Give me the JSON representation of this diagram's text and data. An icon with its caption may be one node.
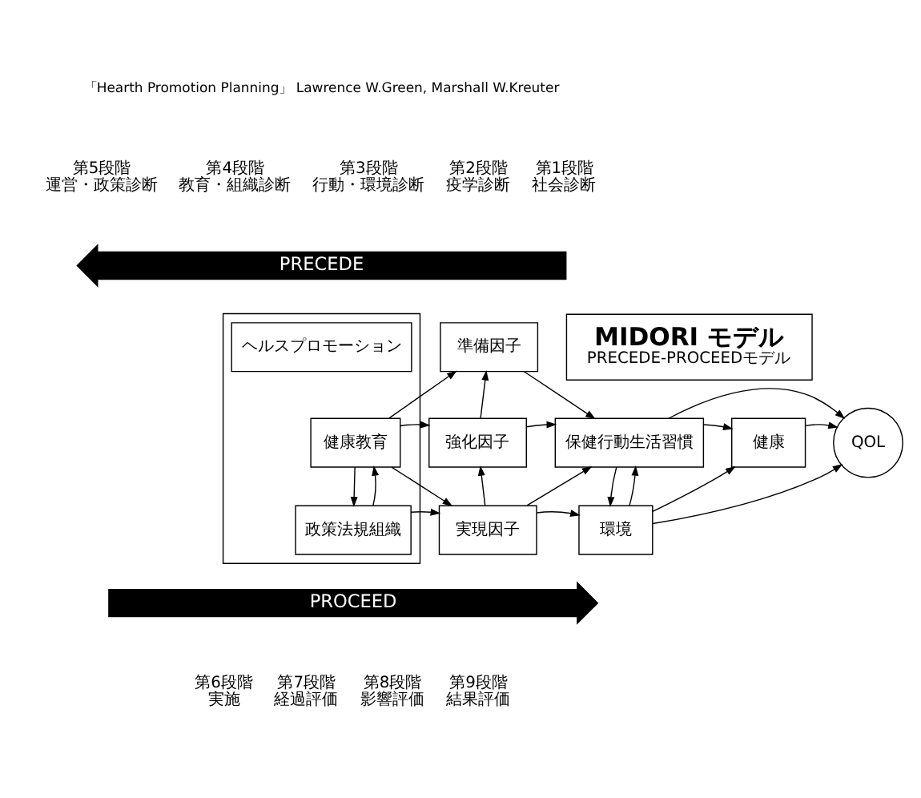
{
  "diagram": {
    "nodes": [
      {
        "text": [],
        "shape": "box"
      },
      {
        "text": [
          "ヘルスプロモーション"
        ],
        "in": 0
      },
      {
        "text": [
          "健康教育"
        ],
        "in": 0
      },
      {
        "text": [
          "政策法規組織"
        ],
        "in": 0
      },
      {
        "text": [
          "準備因子"
        ]
      },
      {
        "text": [
          "強化因子"
        ]
      },
      {
        "text": [
          "実現因子"
        ]
      },
      {
        "text": [
          "保健行動生活習慣"
        ]
      },
      {
        "text": [
          "環境"
        ]
      },
      {
        "text": [
          "健康"
        ]
      },
      {
        "text": [
          "QOL"
        ]
      },
      {
        "text": [
          "MIDORI モデル",
          "PRECEDE-PROCEEDモデル"
        ]
      }
    ],
    "edges": [
      {
        "from": 2,
        "to": 4,
        "arrow": "to"
      },
      {
        "from": 2,
        "to": 5,
        "arrow": "to"
      },
      {
        "from": 2,
        "to": 6,
        "arrow": "to"
      },
      {
        "from": 2,
        "to": 3,
        "arrow": "to"
      },
      {
        "from": 3,
        "to": 2,
        "arrow": "to"
      },
      {
        "from": 3,
        "to": 6,
        "arrow": "to"
      },
      {
        "from": 5,
        "to": 4,
        "arrow": "to"
      },
      {
        "from": 6,
        "to": 5,
        "arrow": "to"
      },
      {
        "from": 4,
        "to": 7,
        "arrow": "to"
      },
      {
        "from": 5,
        "to": 7,
        "arrow": "to"
      },
      {
        "from": 6,
        "to": 7,
        "arrow": "to"
      },
      {
        "from": 6,
        "to": 8,
        "arrow": "to"
      },
      {
        "from": 8,
        "to": 7,
        "arrow": "to"
      },
      {
        "from": 7,
        "to": 8,
        "arrow": "to"
      },
      {
        "from": 7,
        "to": 9,
        "arrow": "to"
      },
      {
        "from": 7,
        "to": 10,
        "arrow": "to"
      },
      {
        "from": 8,
        "to": 9,
        "arrow": "to"
      },
      {
        "from": 8,
        "to": 10,
        "arrow": "to"
      },
      {
        "from": 9,
        "to": 10,
        "arrow": "to"
      }
    ],
    "labels": [
      "「Hearth Promotion Planning」 Lawrence W.Green, Marshall W.Kreuter",
      "第5段階",
      "運営・政策診断",
      "第4段階",
      "教育・組織診断",
      "第3段階",
      "行動・環境診断",
      "第2段階",
      "疫学診断",
      "第1段階",
      "社会診断",
      "PRECEDE",
      "PROCEED",
      "第6段階",
      "実施",
      "第7段階",
      "経過評価",
      "第8段階",
      "影響評価",
      "第9段階",
      "結果評価"
    ]
  }
}
